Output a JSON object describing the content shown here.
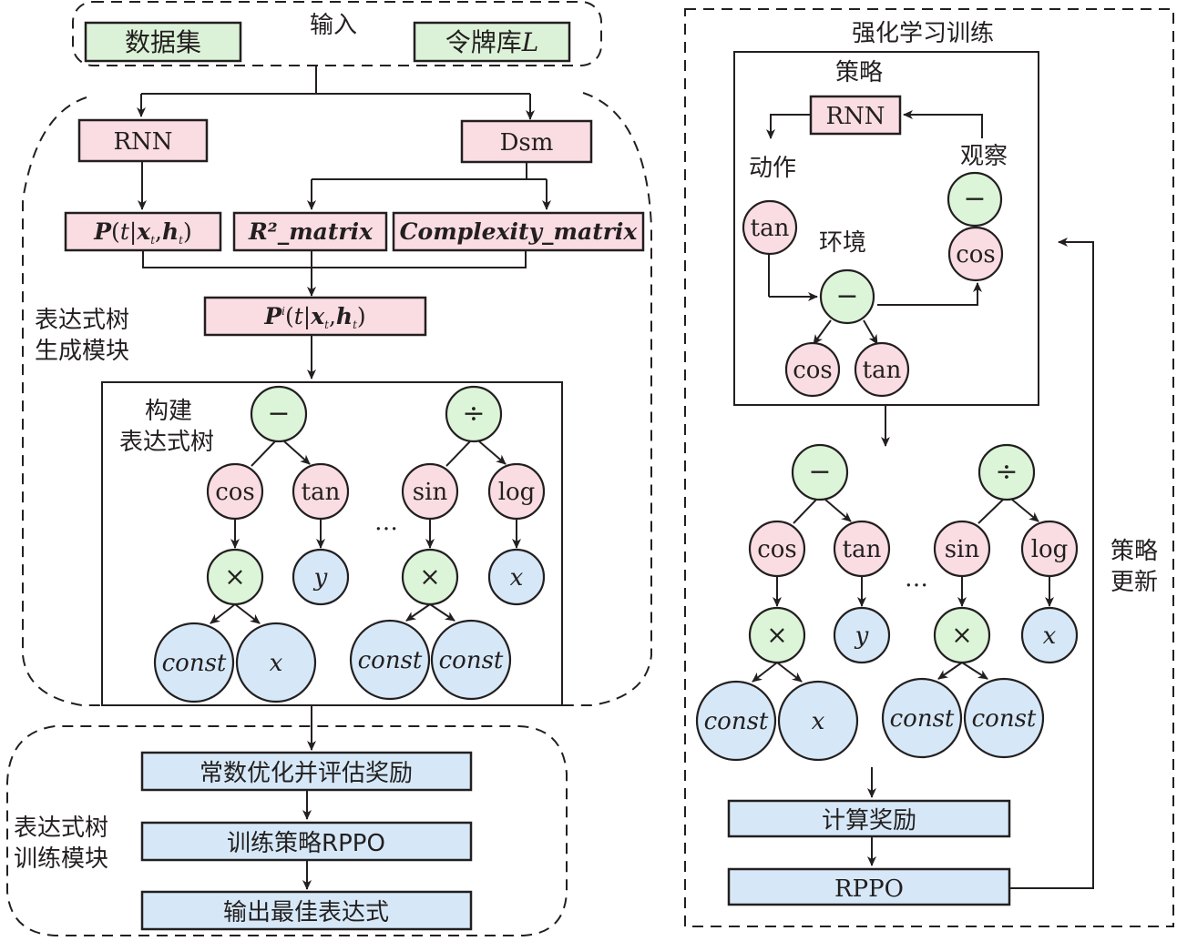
{
  "input": {
    "title": "输入",
    "dataset": "数据集",
    "token_lib": "令牌库",
    "token_lib_var": "L"
  },
  "gen_module": {
    "label_line1": "表达式树",
    "label_line2": "生成模块",
    "rnn": "RNN",
    "dsm": "Dsm",
    "prob": "P(t|x",
    "r2_matrix": "R²_matrix",
    "complexity_matrix": "Complexity_matrix",
    "prob_i": "Pⁱ(t|x",
    "build_line1": "构建",
    "build_line2": "表达式树"
  },
  "train_module": {
    "label_line1": "表达式树",
    "label_line2": "训练模块",
    "steps": [
      "常数优化并评估奖励",
      "训练策略RPPO",
      "输出最佳表达式"
    ]
  },
  "rl": {
    "title": "强化学习训练",
    "policy_label": "策略",
    "policy_box": "RNN",
    "action_label": "动作",
    "observe_label": "观察",
    "env_label": "环境",
    "action_node": "tan",
    "env_root": "−",
    "env_children": [
      "cos",
      "tan"
    ],
    "obs_nodes": [
      "−",
      "cos"
    ],
    "reward_box": "计算奖励",
    "rppo_box": "RPPO",
    "update_line1": "策略",
    "update_line2": "更新"
  },
  "trees": {
    "tree1": {
      "root": "−",
      "l": "cos",
      "r": "tan",
      "ll": "×",
      "rl": "y",
      "lll": "const",
      "llr": "x"
    },
    "tree2": {
      "root": "÷",
      "l": "sin",
      "r": "log",
      "ll": "×",
      "rl": "x",
      "lll": "const",
      "llr": "const"
    },
    "ellipsis": "…"
  }
}
